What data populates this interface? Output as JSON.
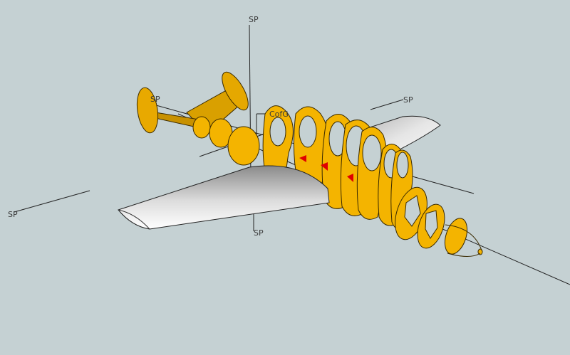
{
  "viewport": {
    "background_color": "#c5d1d3",
    "model_colors": {
      "frame_fill": "#f4b400",
      "frame_shade": "#d99f00",
      "frame_edge": "#3a2a00",
      "wing_light": "#ffffff",
      "wing_dark": "#8f8f8f",
      "highlight_red": "#e00000",
      "guide_line": "#222222"
    }
  },
  "labels": {
    "section_plane_top": "SP",
    "section_plane_left": "SP",
    "section_plane_right": "SP",
    "section_plane_bottom": "SP",
    "section_plane_tail": "SP",
    "center_of_gravity": "CofG"
  }
}
